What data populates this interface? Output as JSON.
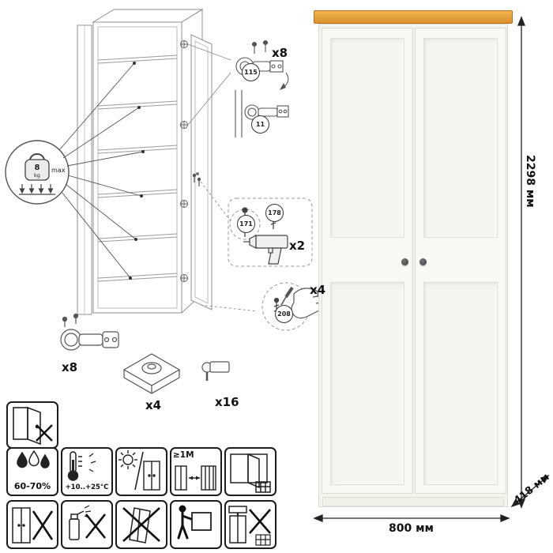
{
  "weight_limit": {
    "value": "8",
    "unit": "kg",
    "label": "max"
  },
  "callouts": {
    "hinge": {
      "qty": "x8",
      "part_cup": "115",
      "part_plate": "11"
    },
    "drill": {
      "qty": "x2",
      "part_screw_small": "171",
      "part_screw_large": "178"
    },
    "hand": {
      "qty": "x4",
      "part_screw": "208"
    }
  },
  "hardware": {
    "hinge_qty": "x8",
    "foot_qty": "x4",
    "pin_qty": "x16"
  },
  "dimensions": {
    "height": "2298 мм",
    "width": "800 мм",
    "depth": "418 мм"
  },
  "care": {
    "humidity": "60-70%",
    "temperature": "+10..+25°C",
    "distance": "≥1M"
  },
  "colors": {
    "wood_top": "#E09A33",
    "body": "#F6F6F1",
    "outline": "#8a8a8a"
  }
}
